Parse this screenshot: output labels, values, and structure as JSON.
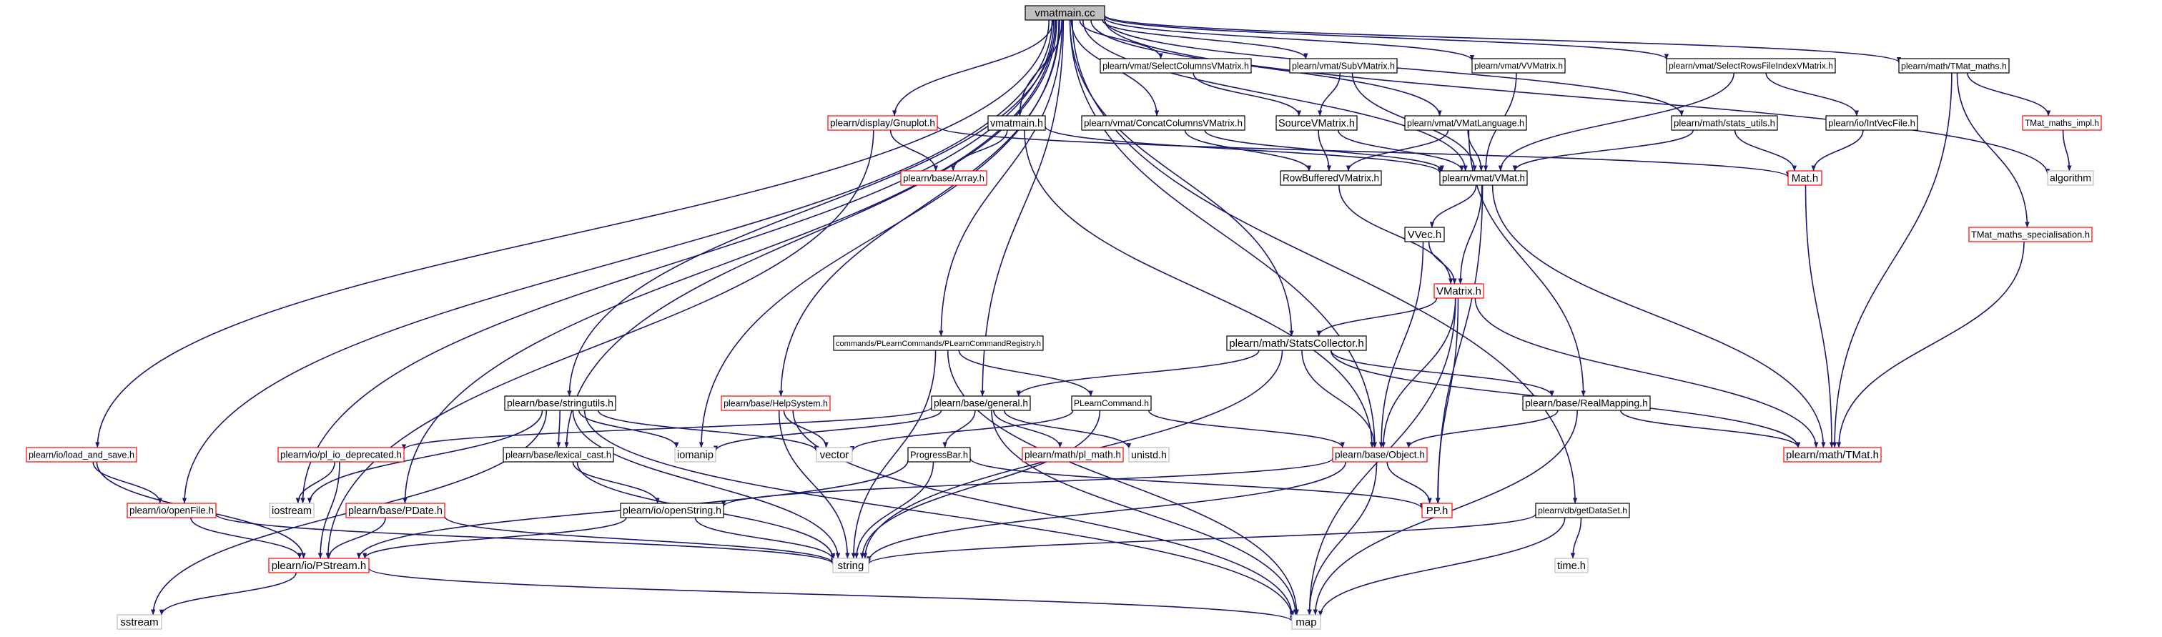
{
  "graph": {
    "title": "vmatmain.cc",
    "colors": {
      "edge": "#191970",
      "root_fill": "#bfbfbf",
      "root_border": "#000000",
      "border_normal": "#000000",
      "border_truncated": "#ff0000",
      "border_external": "#bfbfbf",
      "node_fill": "#ffffff"
    },
    "nodes": [
      {
        "id": "vmatmain_cc",
        "label": "vmatmain.cc",
        "kind": "root"
      },
      {
        "id": "select_cols",
        "label": "plearn/vmat/SelectColumnsVMatrix.h",
        "kind": "normal"
      },
      {
        "id": "sub_vmatrix",
        "label": "plearn/vmat/SubVMatrix.h",
        "kind": "normal"
      },
      {
        "id": "vv_matrix",
        "label": "plearn/vmat/VVMatrix.h",
        "kind": "normal"
      },
      {
        "id": "select_rows",
        "label": "plearn/vmat/SelectRowsFileIndexVMatrix.h",
        "kind": "normal"
      },
      {
        "id": "tmat_maths",
        "label": "plearn/math/TMat_maths.h",
        "kind": "normal"
      },
      {
        "id": "gnuplot",
        "label": "plearn/display/Gnuplot.h",
        "kind": "truncated"
      },
      {
        "id": "vmatmain_h",
        "label": "vmatmain.h",
        "kind": "normal"
      },
      {
        "id": "concat_cols",
        "label": "plearn/vmat/ConcatColumnsVMatrix.h",
        "kind": "normal"
      },
      {
        "id": "source_vmatrix",
        "label": "SourceVMatrix.h",
        "kind": "normal"
      },
      {
        "id": "vmat_language",
        "label": "plearn/vmat/VMatLanguage.h",
        "kind": "normal"
      },
      {
        "id": "stats_utils",
        "label": "plearn/math/stats_utils.h",
        "kind": "normal"
      },
      {
        "id": "int_vec_file",
        "label": "plearn/io/IntVecFile.h",
        "kind": "normal"
      },
      {
        "id": "tmat_maths_impl",
        "label": "TMat_maths_impl.h",
        "kind": "truncated"
      },
      {
        "id": "array_h",
        "label": "plearn/base/Array.h",
        "kind": "truncated"
      },
      {
        "id": "row_buffered",
        "label": "RowBufferedVMatrix.h",
        "kind": "normal"
      },
      {
        "id": "vmat_h",
        "label": "plearn/vmat/VMat.h",
        "kind": "normal"
      },
      {
        "id": "mat_h",
        "label": "Mat.h",
        "kind": "truncated"
      },
      {
        "id": "algorithm",
        "label": "algorithm",
        "kind": "external"
      },
      {
        "id": "vvec_h",
        "label": "VVec.h",
        "kind": "normal"
      },
      {
        "id": "tmat_spec",
        "label": "TMat_maths_specialisation.h",
        "kind": "truncated"
      },
      {
        "id": "vmatrix_h",
        "label": "VMatrix.h",
        "kind": "truncated"
      },
      {
        "id": "cmd_registry",
        "label": "commands/PLearnCommands/PLearnCommandRegistry.h",
        "kind": "normal"
      },
      {
        "id": "stats_collector",
        "label": "plearn/math/StatsCollector.h",
        "kind": "normal"
      },
      {
        "id": "stringutils",
        "label": "plearn/base/stringutils.h",
        "kind": "normal"
      },
      {
        "id": "help_system",
        "label": "plearn/base/HelpSystem.h",
        "kind": "truncated"
      },
      {
        "id": "general_h",
        "label": "plearn/base/general.h",
        "kind": "normal"
      },
      {
        "id": "plearn_command",
        "label": "PLearnCommand.h",
        "kind": "normal"
      },
      {
        "id": "real_mapping",
        "label": "plearn/base/RealMapping.h",
        "kind": "normal"
      },
      {
        "id": "load_and_save",
        "label": "plearn/io/load_and_save.h",
        "kind": "truncated"
      },
      {
        "id": "pl_io_deprecated",
        "label": "plearn/io/pl_io_deprecated.h",
        "kind": "truncated"
      },
      {
        "id": "lexical_cast",
        "label": "plearn/base/lexical_cast.h",
        "kind": "normal"
      },
      {
        "id": "iomanip",
        "label": "iomanip",
        "kind": "external"
      },
      {
        "id": "vector",
        "label": "vector",
        "kind": "external"
      },
      {
        "id": "progress_bar",
        "label": "ProgressBar.h",
        "kind": "normal"
      },
      {
        "id": "pl_math",
        "label": "plearn/math/pl_math.h",
        "kind": "truncated"
      },
      {
        "id": "unistd",
        "label": "unistd.h",
        "kind": "external"
      },
      {
        "id": "object_h",
        "label": "plearn/base/Object.h",
        "kind": "truncated"
      },
      {
        "id": "tmat_h",
        "label": "plearn/math/TMat.h",
        "kind": "truncated"
      },
      {
        "id": "iostream",
        "label": "iostream",
        "kind": "external"
      },
      {
        "id": "open_file",
        "label": "plearn/io/openFile.h",
        "kind": "truncated"
      },
      {
        "id": "pdate",
        "label": "plearn/base/PDate.h",
        "kind": "truncated"
      },
      {
        "id": "open_string",
        "label": "plearn/io/openString.h",
        "kind": "normal"
      },
      {
        "id": "pp_h",
        "label": "PP.h",
        "kind": "truncated"
      },
      {
        "id": "get_dataset",
        "label": "plearn/db/getDataSet.h",
        "kind": "normal"
      },
      {
        "id": "pstream",
        "label": "plearn/io/PStream.h",
        "kind": "truncated"
      },
      {
        "id": "string",
        "label": "string",
        "kind": "external"
      },
      {
        "id": "time_h",
        "label": "time.h",
        "kind": "external"
      },
      {
        "id": "sstream",
        "label": "sstream",
        "kind": "external"
      },
      {
        "id": "map",
        "label": "map",
        "kind": "external"
      }
    ],
    "edges": [
      [
        "vmatmain_cc",
        "select_cols"
      ],
      [
        "vmatmain_cc",
        "sub_vmatrix"
      ],
      [
        "vmatmain_cc",
        "vv_matrix"
      ],
      [
        "vmatmain_cc",
        "select_rows"
      ],
      [
        "vmatmain_cc",
        "tmat_maths"
      ],
      [
        "vmatmain_cc",
        "gnuplot"
      ],
      [
        "vmatmain_cc",
        "vmatmain_h"
      ],
      [
        "vmatmain_cc",
        "concat_cols"
      ],
      [
        "vmatmain_cc",
        "vmat_language"
      ],
      [
        "vmatmain_cc",
        "stats_utils"
      ],
      [
        "vmatmain_cc",
        "vmat_h"
      ],
      [
        "vmatmain_cc",
        "algorithm"
      ],
      [
        "vmatmain_cc",
        "cmd_registry"
      ],
      [
        "vmatmain_cc",
        "stats_collector"
      ],
      [
        "vmatmain_cc",
        "stringutils"
      ],
      [
        "vmatmain_cc",
        "help_system"
      ],
      [
        "vmatmain_cc",
        "general_h"
      ],
      [
        "vmatmain_cc",
        "load_and_save"
      ],
      [
        "vmatmain_cc",
        "lexical_cast"
      ],
      [
        "vmatmain_cc",
        "iomanip"
      ],
      [
        "vmatmain_cc",
        "object_h"
      ],
      [
        "vmatmain_cc",
        "iostream"
      ],
      [
        "vmatmain_cc",
        "open_file"
      ],
      [
        "vmatmain_cc",
        "pdate"
      ],
      [
        "vmatmain_cc",
        "get_dataset"
      ],
      [
        "select_cols",
        "source_vmatrix"
      ],
      [
        "sub_vmatrix",
        "source_vmatrix"
      ],
      [
        "sub_vmatrix",
        "vmat_h"
      ],
      [
        "vv_matrix",
        "vmat_h"
      ],
      [
        "select_rows",
        "vmat_h"
      ],
      [
        "select_rows",
        "int_vec_file"
      ],
      [
        "tmat_maths",
        "tmat_maths_impl"
      ],
      [
        "tmat_maths",
        "tmat_spec"
      ],
      [
        "tmat_maths",
        "tmat_h"
      ],
      [
        "gnuplot",
        "array_h"
      ],
      [
        "gnuplot",
        "mat_h"
      ],
      [
        "gnuplot",
        "pstream"
      ],
      [
        "vmatmain_h",
        "array_h"
      ],
      [
        "vmatmain_h",
        "vmat_h"
      ],
      [
        "vmatmain_h",
        "object_h"
      ],
      [
        "concat_cols",
        "row_buffered"
      ],
      [
        "concat_cols",
        "vmat_h"
      ],
      [
        "source_vmatrix",
        "row_buffered"
      ],
      [
        "source_vmatrix",
        "vmat_h"
      ],
      [
        "vmat_language",
        "vmat_h"
      ],
      [
        "vmat_language",
        "row_buffered"
      ],
      [
        "vmat_language",
        "real_mapping"
      ],
      [
        "stats_utils",
        "vmat_h"
      ],
      [
        "stats_utils",
        "mat_h"
      ],
      [
        "int_vec_file",
        "mat_h"
      ],
      [
        "tmat_maths_impl",
        "algorithm"
      ],
      [
        "tmat_spec",
        "tmat_h"
      ],
      [
        "row_buffered",
        "vmatrix_h"
      ],
      [
        "vmat_h",
        "vvec_h"
      ],
      [
        "vmat_h",
        "vmatrix_h"
      ],
      [
        "vmat_h",
        "tmat_h"
      ],
      [
        "vmat_h",
        "pp_h"
      ],
      [
        "mat_h",
        "tmat_h"
      ],
      [
        "vvec_h",
        "vmatrix_h"
      ],
      [
        "vvec_h",
        "object_h"
      ],
      [
        "vmatrix_h",
        "stats_collector"
      ],
      [
        "vmatrix_h",
        "object_h"
      ],
      [
        "vmatrix_h",
        "tmat_h"
      ],
      [
        "vmatrix_h",
        "pp_h"
      ],
      [
        "vmatrix_h",
        "map"
      ],
      [
        "cmd_registry",
        "plearn_command"
      ],
      [
        "cmd_registry",
        "string"
      ],
      [
        "cmd_registry",
        "map"
      ],
      [
        "stats_collector",
        "general_h"
      ],
      [
        "stats_collector",
        "real_mapping"
      ],
      [
        "stats_collector",
        "object_h"
      ],
      [
        "stats_collector",
        "tmat_h"
      ],
      [
        "stats_collector",
        "string"
      ],
      [
        "stringutils",
        "iomanip"
      ],
      [
        "stringutils",
        "vector"
      ],
      [
        "stringutils",
        "lexical_cast"
      ],
      [
        "stringutils",
        "iostream"
      ],
      [
        "stringutils",
        "sstream"
      ],
      [
        "stringutils",
        "string"
      ],
      [
        "stringutils",
        "map"
      ],
      [
        "help_system",
        "vector"
      ],
      [
        "help_system",
        "string"
      ],
      [
        "help_system",
        "map"
      ],
      [
        "general_h",
        "pl_io_deprecated"
      ],
      [
        "general_h",
        "iomanip"
      ],
      [
        "general_h",
        "progress_bar"
      ],
      [
        "general_h",
        "pl_math"
      ],
      [
        "general_h",
        "unistd"
      ],
      [
        "general_h",
        "map"
      ],
      [
        "plearn_command",
        "vector"
      ],
      [
        "plearn_command",
        "object_h"
      ],
      [
        "plearn_command",
        "string"
      ],
      [
        "real_mapping",
        "object_h"
      ],
      [
        "real_mapping",
        "tmat_h"
      ],
      [
        "real_mapping",
        "map"
      ],
      [
        "load_and_save",
        "open_file"
      ],
      [
        "load_and_save",
        "pstream"
      ],
      [
        "pl_io_deprecated",
        "iostream"
      ],
      [
        "pl_io_deprecated",
        "pstream"
      ],
      [
        "lexical_cast",
        "open_string"
      ],
      [
        "lexical_cast",
        "string"
      ],
      [
        "progress_bar",
        "pstream"
      ],
      [
        "progress_bar",
        "pp_h"
      ],
      [
        "progress_bar",
        "string"
      ],
      [
        "object_h",
        "open_string"
      ],
      [
        "object_h",
        "pp_h"
      ],
      [
        "object_h",
        "string"
      ],
      [
        "object_h",
        "map"
      ],
      [
        "open_file",
        "pstream"
      ],
      [
        "open_file",
        "string"
      ],
      [
        "pdate",
        "pstream"
      ],
      [
        "pdate",
        "string"
      ],
      [
        "open_string",
        "pstream"
      ],
      [
        "open_string",
        "string"
      ],
      [
        "get_dataset",
        "string"
      ],
      [
        "get_dataset",
        "time_h"
      ],
      [
        "get_dataset",
        "map"
      ],
      [
        "pstream",
        "sstream"
      ],
      [
        "pstream",
        "map"
      ]
    ]
  }
}
